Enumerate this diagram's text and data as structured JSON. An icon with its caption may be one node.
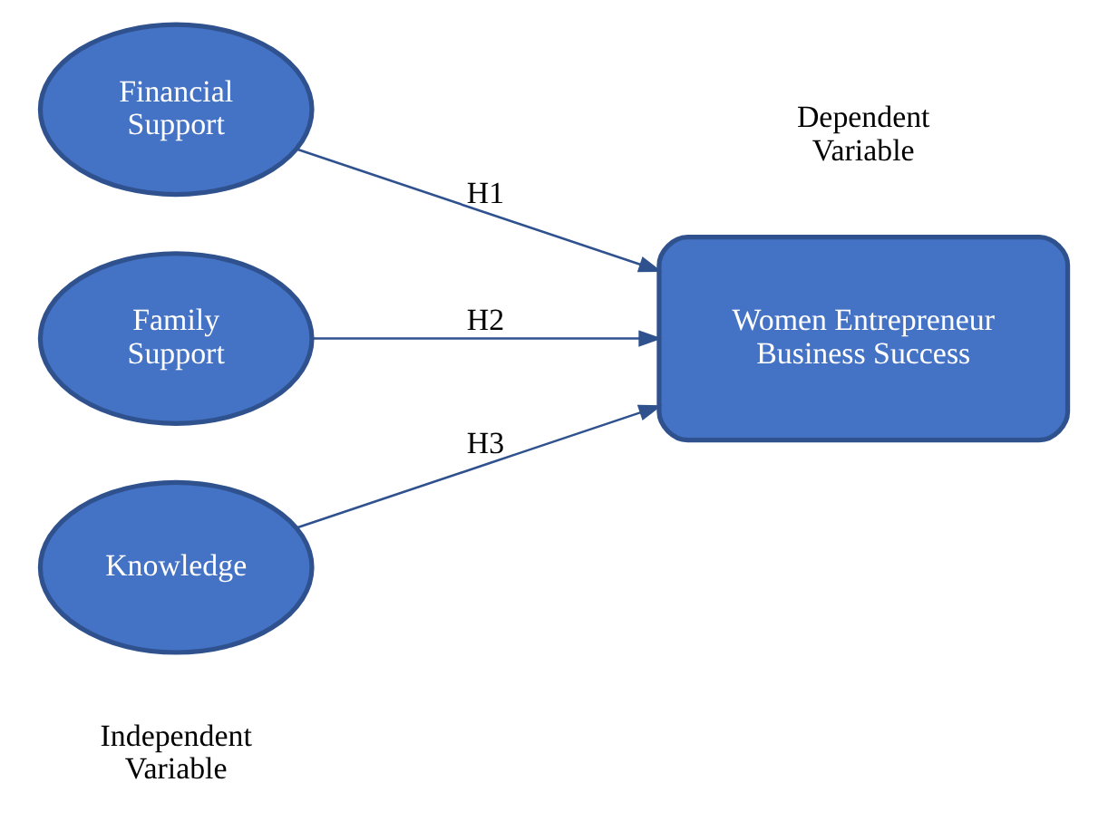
{
  "diagram": {
    "nodes": [
      {
        "text": [
          "Financial Support"
        ]
      },
      {
        "text": [
          "Family Support"
        ]
      },
      {
        "text": [
          "Knowledge"
        ]
      },
      {
        "text": [
          "Women Entrepreneur Business Success"
        ]
      }
    ],
    "edges": [
      {
        "from": 0,
        "to": 3,
        "arrow": "to",
        "label": "H1"
      },
      {
        "from": 1,
        "to": 3,
        "arrow": "to",
        "label": "H2"
      },
      {
        "from": 2,
        "to": 3,
        "arrow": "to",
        "label": "H3"
      }
    ],
    "labels": [
      "Independent Variable",
      "Dependent Variable"
    ]
  }
}
